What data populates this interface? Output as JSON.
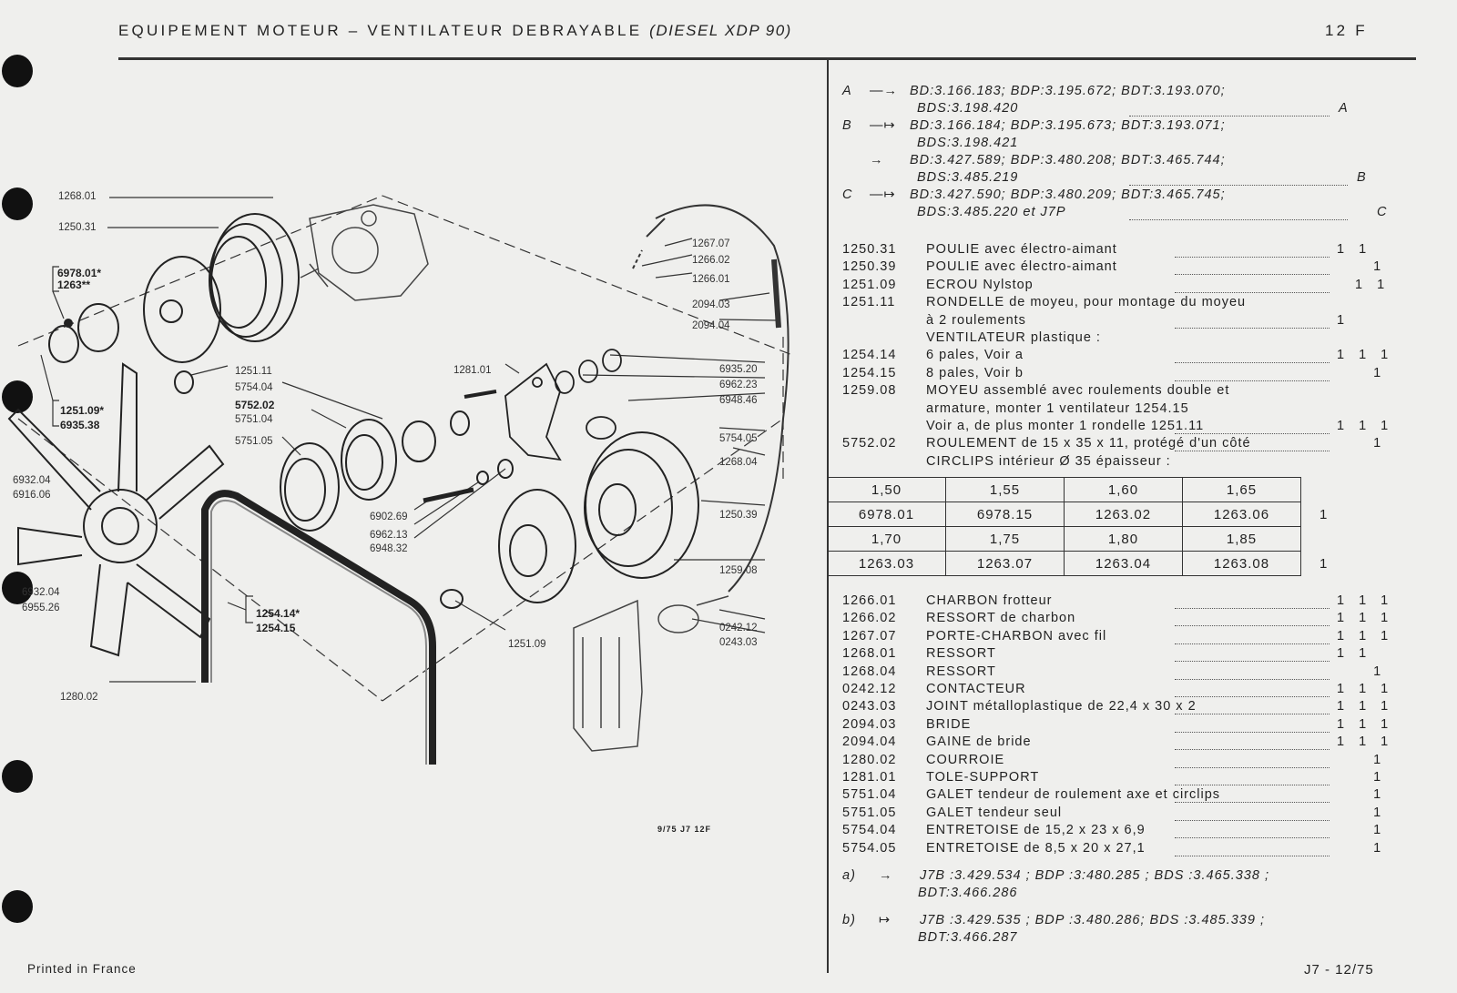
{
  "header": {
    "title": "EQUIPEMENT MOTEUR – VENTILATEUR DEBRAYABLE",
    "subtitle": "(DIESEL XDP 90)",
    "page": "12 F"
  },
  "references": [
    {
      "letter": "A",
      "arrow": "—→",
      "line1": "BD:3.166.183; BDP:3.195.672; BDT:3.193.070;",
      "line2": "BDS:3.198.420",
      "tag": "A"
    },
    {
      "letter": "B",
      "arrow": "—↦",
      "line1": "BD:3.166.184; BDP:3.195.673; BDT:3.193.071;",
      "line2": "BDS:3.198.421",
      "tag": ""
    },
    {
      "letter": "",
      "arrow": "→",
      "line1": "BD:3.427.589; BDP:3.480.208; BDT:3.465.744;",
      "line2": "BDS:3.485.219",
      "tag": "B"
    },
    {
      "letter": "C",
      "arrow": "—↦",
      "line1": "BD:3.427.590; BDP:3.480.209; BDT:3.465.745;",
      "line2": "BDS:3.485.220 et J7P",
      "tag": "C"
    }
  ],
  "parts_top": [
    {
      "num": "1250.31",
      "desc": "POULIE avec électro-aimant",
      "qty": "1 1"
    },
    {
      "num": "1250.39",
      "desc": "POULIE avec électro-aimant",
      "qty": "    1"
    },
    {
      "num": "1251.09",
      "desc": "ECROU Nylstop",
      "qty": "  1 1"
    },
    {
      "num": "1251.11",
      "desc": "RONDELLE de moyeu, pour montage du moyeu",
      "qty": ""
    },
    {
      "num": "",
      "desc": "   à 2 roulements",
      "qty": "1"
    },
    {
      "num": "",
      "desc": "VENTILATEUR plastique :",
      "qty": ""
    },
    {
      "num": "1254.14",
      "desc": "  6 pales, Voir a",
      "qty": "1 1 1"
    },
    {
      "num": "1254.15",
      "desc": "  8 pales, Voir b",
      "qty": "    1"
    },
    {
      "num": "1259.08",
      "desc": "MOYEU assemblé avec roulements double et",
      "qty": ""
    },
    {
      "num": "",
      "desc": "  armature, monter 1 ventilateur 1254.15",
      "qty": ""
    },
    {
      "num": "",
      "desc": "    Voir a, de plus monter 1 rondelle 1251.11",
      "qty": "1 1 1"
    },
    {
      "num": "5752.02",
      "desc": "ROULEMENT de 15 x 35 x 11, protégé d'un côté",
      "qty": "    1"
    },
    {
      "num": "",
      "desc": "CIRCLIPS intérieur Ø 35 épaisseur :",
      "qty": ""
    }
  ],
  "circlips_table": [
    [
      "1,50",
      "1,55",
      "1,60",
      "1,65",
      ""
    ],
    [
      "6978.01",
      "6978.15",
      "1263.02",
      "1263.06",
      "1"
    ],
    [
      "1,70",
      "1,75",
      "1,80",
      "1,85",
      ""
    ],
    [
      "1263.03",
      "1263.07",
      "1263.04",
      "1263.08",
      "1"
    ]
  ],
  "parts_bottom": [
    {
      "num": "1266.01",
      "desc": "CHARBON frotteur",
      "qty": "1 1 1"
    },
    {
      "num": "1266.02",
      "desc": "RESSORT de charbon",
      "qty": "1 1 1"
    },
    {
      "num": "1267.07",
      "desc": "PORTE-CHARBON avec fil",
      "qty": "1 1 1"
    },
    {
      "num": "1268.01",
      "desc": "RESSORT",
      "qty": "1 1"
    },
    {
      "num": "1268.04",
      "desc": "RESSORT",
      "qty": "    1"
    },
    {
      "num": "0242.12",
      "desc": "CONTACTEUR",
      "qty": "1 1 1"
    },
    {
      "num": "0243.03",
      "desc": "JOINT métalloplastique de 22,4 x 30 x 2",
      "qty": "1 1 1"
    },
    {
      "num": "2094.03",
      "desc": "BRIDE",
      "qty": "1 1 1"
    },
    {
      "num": "2094.04",
      "desc": "GAINE de bride",
      "qty": "1 1 1"
    },
    {
      "num": "1280.02",
      "desc": "COURROIE",
      "qty": "    1"
    },
    {
      "num": "1281.01",
      "desc": "TOLE-SUPPORT",
      "qty": "    1"
    },
    {
      "num": "5751.04",
      "desc": "GALET tendeur de roulement axe et circlips",
      "qty": "    1"
    },
    {
      "num": "5751.05",
      "desc": "GALET tendeur seul",
      "qty": "    1"
    },
    {
      "num": "5754.04",
      "desc": "ENTRETOISE de 15,2 x 23 x 6,9",
      "qty": "    1"
    },
    {
      "num": "5754.05",
      "desc": "ENTRETOISE de  8,5 x 20 x 27,1",
      "qty": "    1"
    }
  ],
  "notes": [
    {
      "key": "a)",
      "arrow": "→",
      "line1": "J7B :3.429.534 ; BDP :3:480.285 ; BDS :3.465.338 ;",
      "line2": "BDT:3.466.286"
    },
    {
      "key": "b)",
      "arrow": "↦",
      "line1": "J7B :3.429.535 ; BDP :3.480.286; BDS :3.485.339 ;",
      "line2": "BDT:3.466.287"
    }
  ],
  "diagram_labels": {
    "l1268_01": "1268.01",
    "l1250_31": "1250.31",
    "l6978_01": "6978.01*",
    "l1263": "1263**",
    "l1251_11": "1251.11",
    "l5754_04": "5754.04",
    "l5752_02": "5752.02",
    "l5751_04": "5751.04",
    "l5751_05": "5751.05",
    "l1251_09s": "1251.09*",
    "l6935_38": "6935.38",
    "l6932_04a": "6932.04",
    "l6916_06": "6916.06",
    "l6932_04b": "6932.04",
    "l6955_26": "6955.26",
    "l1254_14": "1254.14*",
    "l1254_15": "1254.15",
    "l1280_02": "1280.02",
    "l1251_09": "1251.09",
    "l6902_69": "6902.69",
    "l6962_13": "6962.13",
    "l6948_32": "6948.32",
    "l1281_01": "1281.01",
    "l1267_07": "1267.07",
    "l1266_02": "1266.02",
    "l1266_01": "1266.01",
    "l2094_03": "2094.03",
    "l2094_04": "2094.04",
    "l6935_20": "6935.20",
    "l6962_23": "6962.23",
    "l6948_46": "6948.46",
    "l5754_05": "5754.05",
    "l1268_04": "1268.04",
    "l1250_39": "1250.39",
    "l1259_08": "1259.08",
    "l0242_12": "0242.12",
    "l0243_03": "0243.03"
  },
  "stamp": "9/75 J7 12F",
  "footer_left": "Printed in France",
  "footer_right": "J7 - 12/75"
}
